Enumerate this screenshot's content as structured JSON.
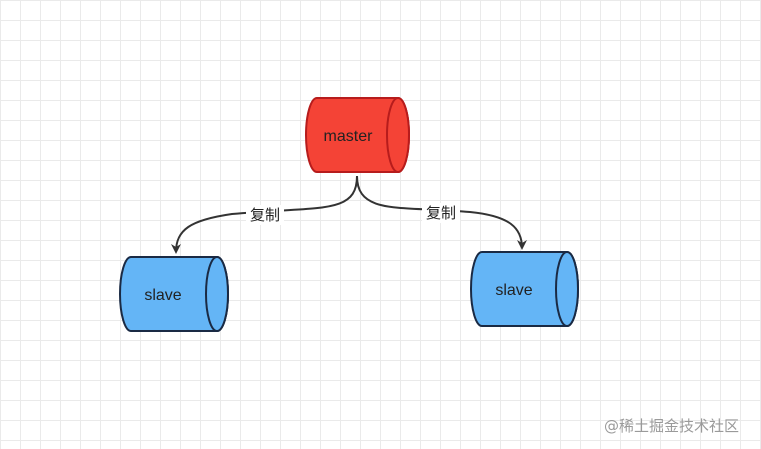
{
  "diagram": {
    "nodes": {
      "master": {
        "label": "master",
        "fill": "#f44336",
        "stroke": "#b71c1c"
      },
      "slave_left": {
        "label": "slave",
        "fill": "#64b5f6",
        "stroke": "#1a2a44"
      },
      "slave_right": {
        "label": "slave",
        "fill": "#64b5f6",
        "stroke": "#1a2a44"
      }
    },
    "edges": {
      "left": {
        "from": "master",
        "to": "slave_left",
        "label": "复制"
      },
      "right": {
        "from": "master",
        "to": "slave_right",
        "label": "复制"
      }
    },
    "edge_color": "#333333"
  },
  "watermark": "@稀土掘金技术社区"
}
